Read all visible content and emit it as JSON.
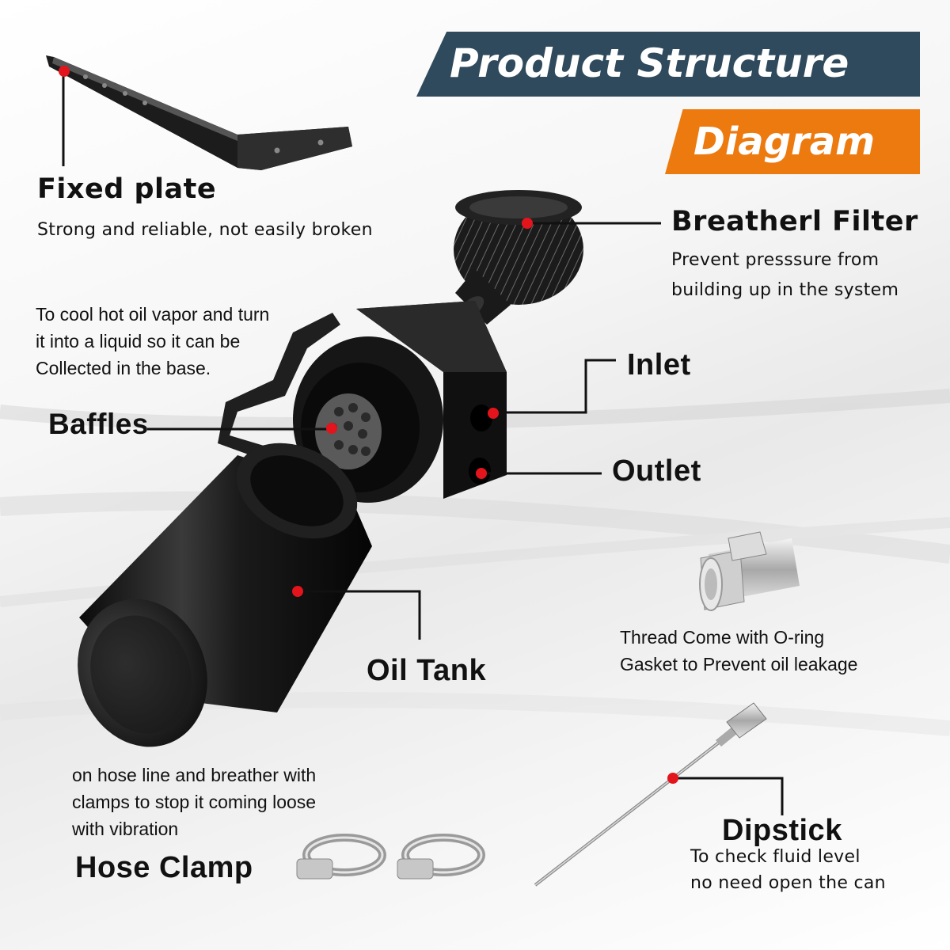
{
  "header": {
    "title": "Product Structure",
    "subtitle": "Diagram",
    "colors": {
      "title_bg": "#2f4a5c",
      "subtitle_bg": "#ec7a0f",
      "marker": "#e3141b"
    }
  },
  "parts": {
    "fixed_plate": {
      "name": "Fixed plate",
      "desc": "Strong and reliable, not easily broken"
    },
    "breather_filter": {
      "name": "Breatherl Filter",
      "desc": [
        "Prevent presssure from",
        "building up in the system"
      ]
    },
    "baffles": {
      "name": "Baffles",
      "desc": [
        "To cool hot oil vapor and turn",
        "it into a liquid so it can be",
        "Collected in the base."
      ]
    },
    "inlet": {
      "name": "Inlet"
    },
    "outlet": {
      "name": "Outlet"
    },
    "oil_tank": {
      "name": "Oil Tank"
    },
    "thread": {
      "desc": [
        "Thread Come with O-ring",
        "Gasket to Prevent oil leakage"
      ]
    },
    "hose_clamp": {
      "name": "Hose Clamp",
      "desc": [
        "on hose line and breather with",
        "clamps to stop it coming loose",
        "with vibration"
      ]
    },
    "dipstick": {
      "name": "Dipstick",
      "desc": [
        "To check fluid level",
        "no need open the can"
      ]
    }
  }
}
